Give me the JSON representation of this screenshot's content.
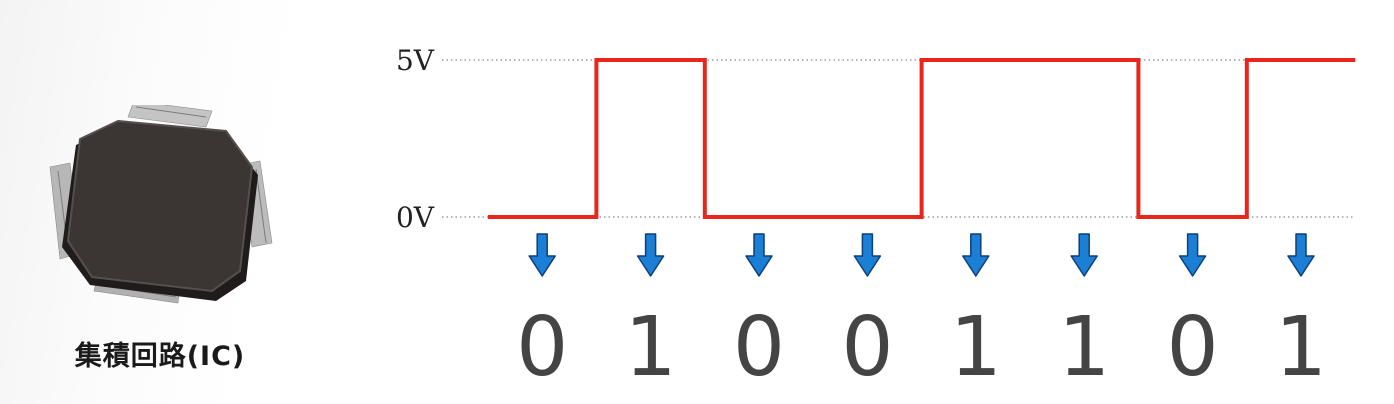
{
  "levels": {
    "high_label": "5V",
    "low_label": "0V"
  },
  "bits": [
    "0",
    "1",
    "0",
    "0",
    "1",
    "1",
    "0",
    "1"
  ],
  "chip": {
    "caption": "集積回路(IC)",
    "icon": "ic-chip-icon"
  },
  "arrow_icon": "arrow-down-icon",
  "colors": {
    "signal": "#e8261c",
    "arrow": "#1b7fd6",
    "arrow_outline": "#0d3f78",
    "chip_body": "#3b3634",
    "chip_pins": "#b9b9b9",
    "guide_lines": "#888888"
  }
}
